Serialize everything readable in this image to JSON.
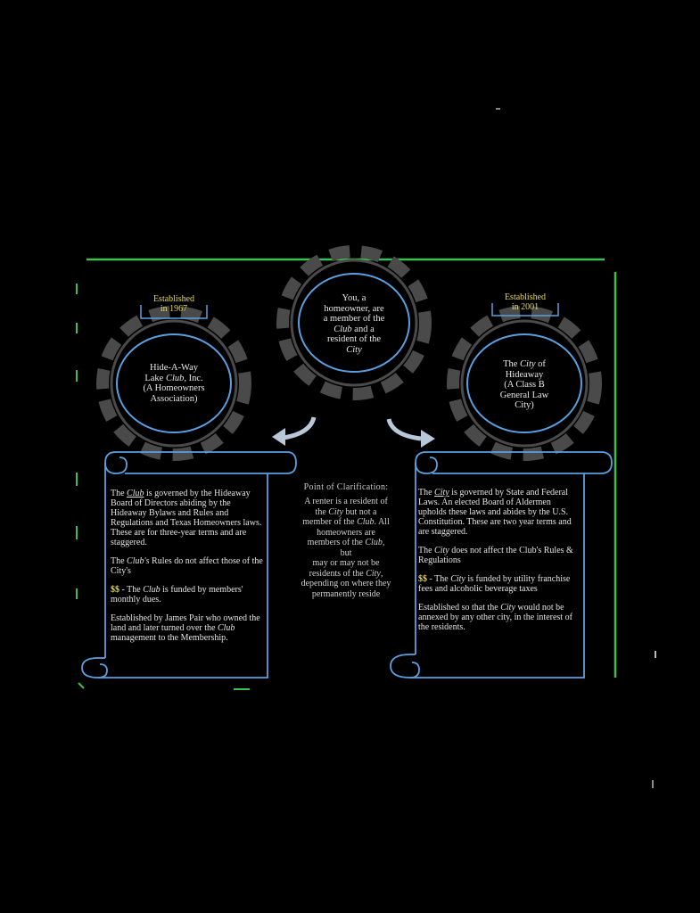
{
  "top_gear": {
    "line1": "You, a",
    "line2": "homeowner, are",
    "line3": "a member of the",
    "line4_club": "Club",
    "line4_rest": " and a",
    "line5": "resident of the",
    "line6_city": "City"
  },
  "left_gear": {
    "established_line1": "Established",
    "established_line2": "in 1967",
    "line1": "Hide-A-Way",
    "line2_prefix": "Lake ",
    "line2_club": "Club",
    "line2_suffix": ", Inc.",
    "line3": "(A Homeowners",
    "line4": "Association)"
  },
  "right_gear": {
    "established_line1": "Established",
    "established_line2": "in 2001",
    "line1_prefix": "The ",
    "line1_city": "City",
    "line1_suffix": " of",
    "line2": "Hideaway",
    "line3": "(A Class B",
    "line4": "General Law",
    "line5": "City)"
  },
  "left_scroll": {
    "p1_prefix": "The ",
    "p1_club": "Club",
    "p1_rest": " is governed by the Hideaway Board of Directors abiding by the Hideaway Bylaws and Rules and Regulations and Texas Homeowners laws. These are for three-year terms and are staggered.",
    "p2_prefix": "The ",
    "p2_club": "Club's",
    "p2_rest": " Rules do not affect those of the City's",
    "p3_money": "$$",
    "p3_mid": " - The ",
    "p3_club": "Club",
    "p3_rest": " is funded by members' monthly dues.",
    "p4_prefix": "Established by James Pair who owned the land and later turned over the ",
    "p4_club": "Club",
    "p4_rest": " management to the Membership."
  },
  "clarification": {
    "title": "Point of Clarification:",
    "l1": "A renter is a resident of",
    "l2_prefix": "the ",
    "l2_city": "City",
    "l2_rest": " but not a",
    "l3_prefix": "member of the ",
    "l3_club": "Club",
    "l3_rest": ". All",
    "l4": "homeowners are",
    "l5_prefix": "members of the ",
    "l5_club": "Club",
    "l5_rest": ",",
    "l6": "but",
    "l7": "may or may not be",
    "l8_prefix": "residents of the ",
    "l8_city": "City",
    "l8_rest": ",",
    "l9": "depending on where they",
    "l10": "permanently reside"
  },
  "right_scroll": {
    "p1_prefix": "The ",
    "p1_city": "City",
    "p1_rest": " is governed by State and Federal Laws. An elected Board of Aldermen upholds these laws and abides by the U.S. Constitution. These are two year terms and are staggered.",
    "p2_prefix": "The ",
    "p2_city": "City",
    "p2_rest": " does not affect the Club's Rules & Regulations",
    "p3_money": "$$",
    "p3_mid": " - The ",
    "p3_city": "City",
    "p3_rest": " is funded by utility franchise fees and alcoholic beverage taxes",
    "p4_prefix": "Established so that the ",
    "p4_city": "City",
    "p4_rest": " would not be annexed by any other city, in the interest of the residents."
  },
  "colors": {
    "frame_green": "#3fbf4f",
    "ring_blue": "#5aa0e0",
    "gear_gray": "#4a4a4a",
    "established_yellow": "#e8d860",
    "scroll_blue": "#5aa0e0"
  }
}
